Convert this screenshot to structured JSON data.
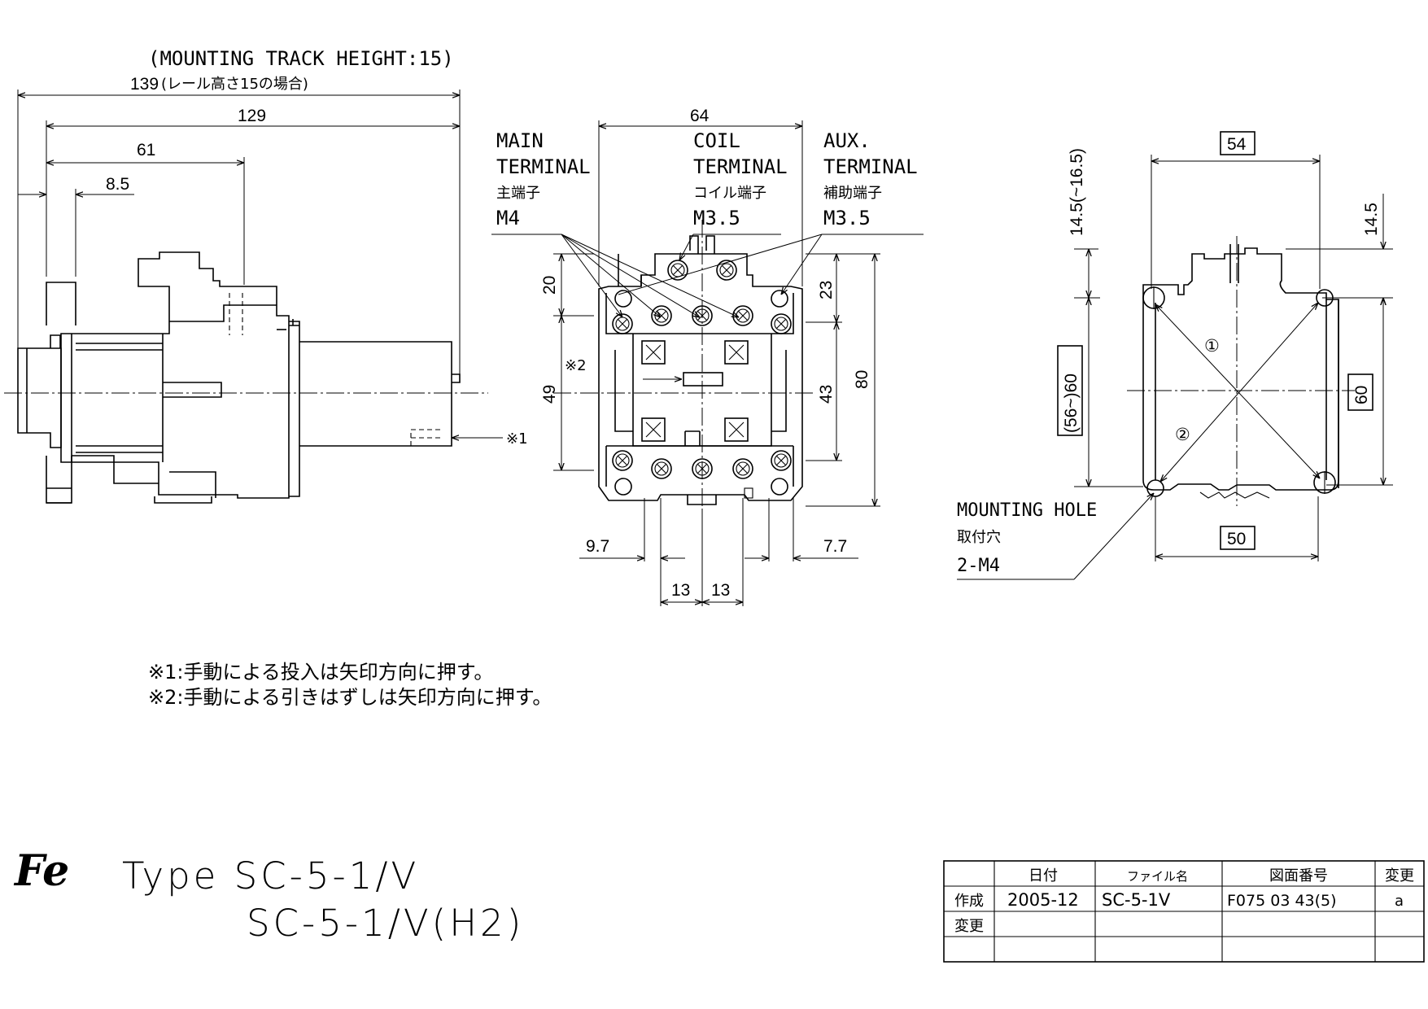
{
  "side_view": {
    "track_note": "(MOUNTING TRACK HEIGHT:15)",
    "dim_139": "139",
    "dim_139_note": "(レール高さ15の場合)",
    "dim_129": "129",
    "dim_61": "61",
    "dim_8_5": "8.5",
    "note_mark_1": "※1"
  },
  "front_view": {
    "dim_64": "64",
    "main_terminal": [
      "MAIN",
      "TERMINAL",
      "主端子",
      "M4"
    ],
    "coil_terminal": [
      "COIL",
      "TERMINAL",
      "コイル端子",
      "M3.5"
    ],
    "aux_terminal": [
      "AUX.",
      "TERMINAL",
      "補助端子",
      "M3.5"
    ],
    "dim_20": "20",
    "dim_49": "49",
    "dim_23": "23",
    "dim_43": "43",
    "dim_80": "80",
    "note_mark_2": "※2",
    "dim_9_7": "9.7",
    "dim_7_7": "7.7",
    "dim_13a": "13",
    "dim_13b": "13"
  },
  "mount_view": {
    "dim_54": "54",
    "dim_14_5_range": "14.5(~16.5)",
    "dim_14_5": "14.5",
    "dim_56_60": "(56~)60",
    "dim_60": "60",
    "dim_50": "50",
    "circle_1": "①",
    "circle_2": "②",
    "mounting_hole": [
      "MOUNTING HOLE",
      "取付穴",
      "2-M4"
    ]
  },
  "notes": [
    "※1:手動による投入は矢印方向に押す。",
    "※2:手動による引きはずしは矢印方向に押す。"
  ],
  "model": {
    "logo": "Fe",
    "line1": "Type SC-5-1/V",
    "line2": "SC-5-1/V(H2)"
  },
  "title_block": {
    "headers": [
      "",
      "日付",
      "ファイル名",
      "図面番号",
      "変更"
    ],
    "rows": [
      [
        "作成",
        "2005-12",
        "SC-5-1V",
        "F075 03 43(5)",
        "a"
      ],
      [
        "変更",
        "",
        "",
        "",
        ""
      ],
      [
        "",
        "",
        "",
        "",
        ""
      ]
    ]
  }
}
